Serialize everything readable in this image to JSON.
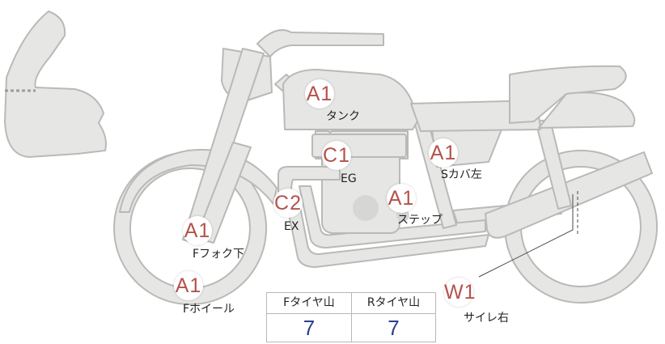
{
  "colors": {
    "body_fill": "#e6e6e4",
    "body_stroke": "#b9b9b7",
    "marker_text": "#b5524c",
    "value_text": "#2b3f8c"
  },
  "markers": [
    {
      "code": "A1",
      "label": "タンク"
    },
    {
      "code": "C1",
      "label": "EG"
    },
    {
      "code": "A1",
      "label": "Sカバ左"
    },
    {
      "code": "C2",
      "label": "EX"
    },
    {
      "code": "A1",
      "label": "ステップ"
    },
    {
      "code": "A1",
      "label": "Fフォク下"
    },
    {
      "code": "A1",
      "label": "Fホイール"
    },
    {
      "code": "W1",
      "label": "サイレ右"
    }
  ],
  "tire_table": {
    "headers": [
      "Fタイヤ山",
      "Rタイヤ山"
    ],
    "values": [
      "7",
      "7"
    ]
  }
}
